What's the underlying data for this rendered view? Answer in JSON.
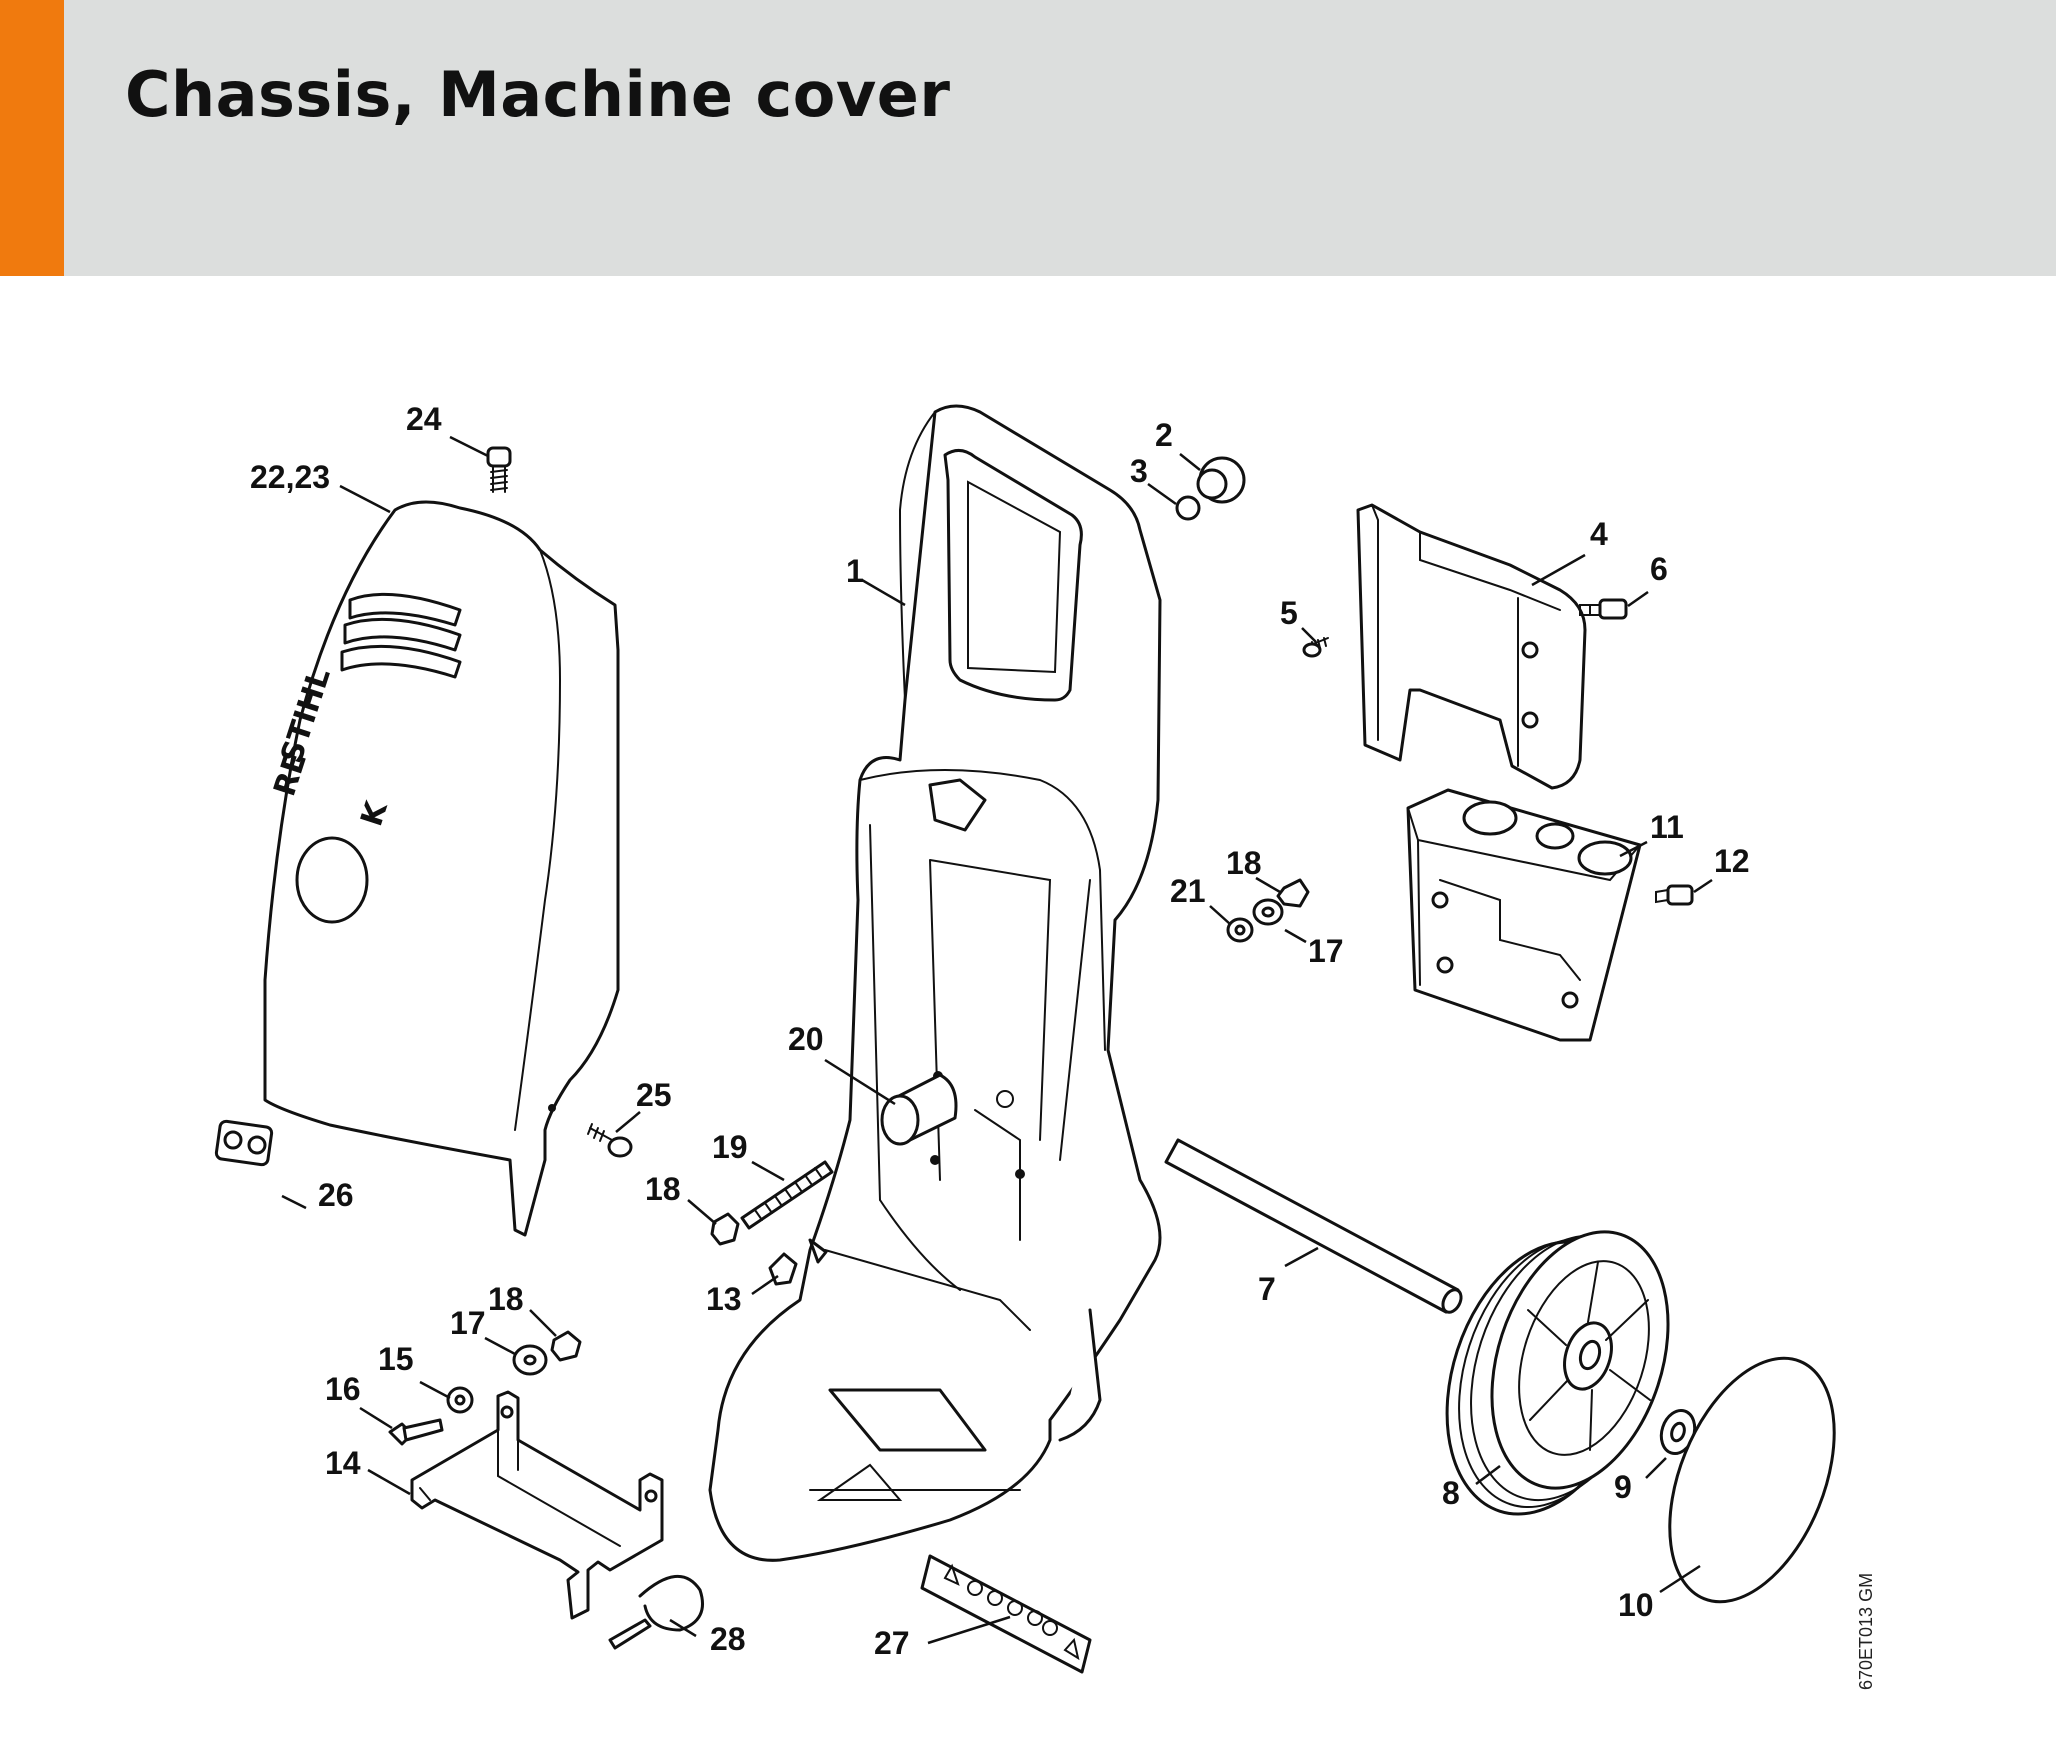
{
  "header": {
    "title": "Chassis, Machine cover",
    "accent_color": "#f07a0e",
    "background_color": "#dcdedd"
  },
  "diagram": {
    "drawing_id": "670ET013 GM",
    "logo_text": [
      "STIHL",
      "RE",
      "K"
    ],
    "callouts": [
      "1",
      "2",
      "3",
      "4",
      "5",
      "6",
      "7",
      "8",
      "9",
      "10",
      "11",
      "12",
      "13",
      "14",
      "15",
      "16",
      "17",
      "17",
      "18",
      "18",
      "18",
      "19",
      "20",
      "21",
      "22,23",
      "24",
      "25",
      "26",
      "27",
      "28"
    ]
  }
}
